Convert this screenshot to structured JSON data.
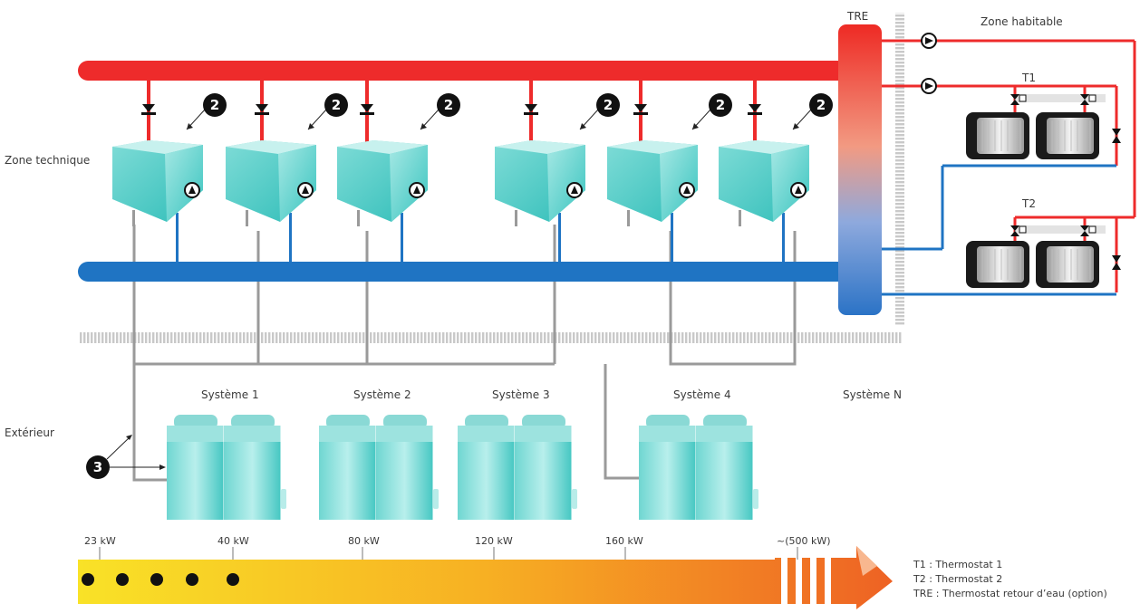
{
  "zones": {
    "technique": "Zone technique",
    "habitable": "Zone habitable",
    "exterieur": "Extérieur"
  },
  "tre_label": "TRE",
  "thermostats": [
    "T1",
    "T2"
  ],
  "systems": [
    "Système 1",
    "Système 2",
    "Système 3",
    "Système 4",
    "Système N"
  ],
  "badge_indoor": "2",
  "badge_outdoor": "3",
  "scale_labels": [
    "23 kW",
    "40 kW",
    "80 kW",
    "120 kW",
    "160 kW",
    "~(500 kW)"
  ],
  "legend": [
    "T1 : Thermostat 1",
    "T2 : Thermostat 2",
    "TRE : Thermostat retour d’eau (option)"
  ],
  "colors": {
    "hot_pipe": "#ee2b2b",
    "cold_pipe": "#1f74c3",
    "refrigerant_pipe": "#9a9a9a",
    "unit_fill": "#3cc7c2",
    "arrow_start": "#f9e227",
    "arrow_end": "#ee6a24"
  },
  "icons": [
    "pump-icon",
    "valve-icon",
    "radiator-icon",
    "hydro-unit-icon",
    "outdoor-unit-icon"
  ]
}
